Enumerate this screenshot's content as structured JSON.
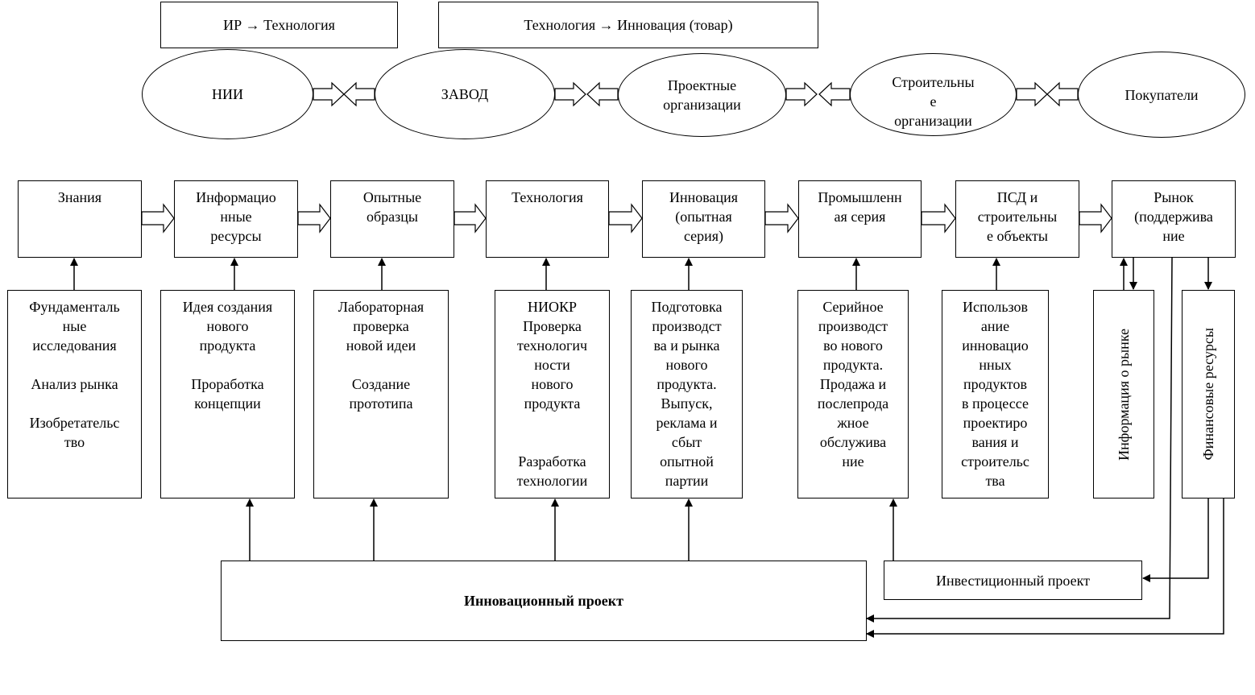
{
  "header_labels": {
    "left": "ИР → Технология",
    "right": "Технология → Инновация (товар)"
  },
  "actors": [
    [
      "НИИ"
    ],
    [
      "ЗАВОД"
    ],
    [
      "Проектные",
      "организации"
    ],
    [
      "Строительны",
      "е",
      "организации"
    ],
    [
      "Покупатели"
    ]
  ],
  "stages": [
    [
      "Знания"
    ],
    [
      "Информацио",
      "нные",
      "ресурсы"
    ],
    [
      "Опытные",
      "образцы"
    ],
    [
      "Технология"
    ],
    [
      "Инновация",
      "(опытная",
      "серия)"
    ],
    [
      "Промышленн",
      "ая серия"
    ],
    [
      "ПСД и",
      "строительны",
      "е объекты"
    ],
    [
      "Рынок",
      "(поддержива",
      "ние"
    ]
  ],
  "activities": [
    [
      "Фундаменталь",
      "ные",
      "исследования",
      "",
      "Анализ рынка",
      "",
      "Изобретательс",
      "тво"
    ],
    [
      "Идея создания",
      "нового",
      "продукта",
      "",
      "Проработка",
      "концепции"
    ],
    [
      "Лабораторная",
      "проверка",
      "новой идеи",
      "",
      "Создание",
      "прототипа"
    ],
    [
      "НИОКР",
      "Проверка",
      "технологич",
      "ности",
      "нового",
      "продукта",
      "",
      "",
      "Разработка",
      "технологии"
    ],
    [
      "Подготовка",
      "производст",
      "ва и рынка",
      "нового",
      "продукта.",
      "Выпуск,",
      "реклама и",
      "сбыт",
      "опытной",
      "партии"
    ],
    [
      "Серийное",
      "производст",
      "во нового",
      "продукта.",
      "Продажа и",
      "послепрода",
      "жное",
      "обслужива",
      "ние"
    ],
    [
      "Использов",
      "ание",
      "инновацио",
      "нных",
      "продуктов",
      "в процессе",
      "проектиро",
      "вания и",
      "строительс",
      "тва"
    ]
  ],
  "market_info": "Информация о рынке",
  "financial_resources": "Финансовые ресурсы",
  "investment_project": "Инвестиционный проект",
  "innovation_project": "Инновационный проект"
}
